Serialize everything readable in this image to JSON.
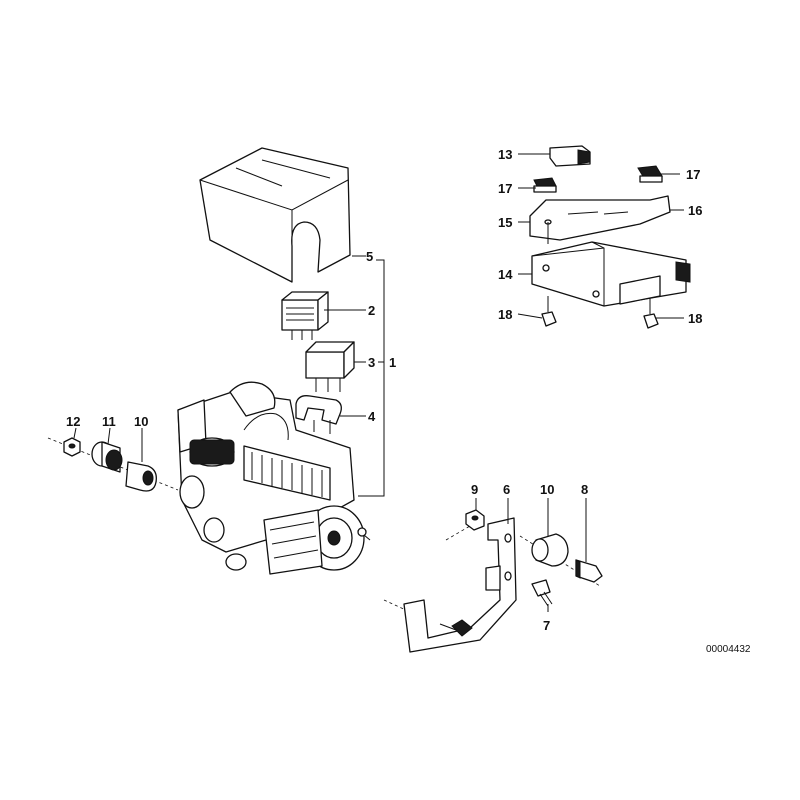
{
  "diagram": {
    "reference_number": "00004432",
    "callouts": {
      "c1": "1",
      "c2": "2",
      "c3": "3",
      "c4": "4",
      "c5": "5",
      "c6": "6",
      "c7": "7",
      "c8": "8",
      "c9": "9",
      "c10a": "10",
      "c10b": "10",
      "c11": "11",
      "c12": "12",
      "c13": "13",
      "c14": "14",
      "c15": "15",
      "c16": "16",
      "c17a": "17",
      "c17b": "17",
      "c18a": "18",
      "c18b": "18"
    }
  }
}
